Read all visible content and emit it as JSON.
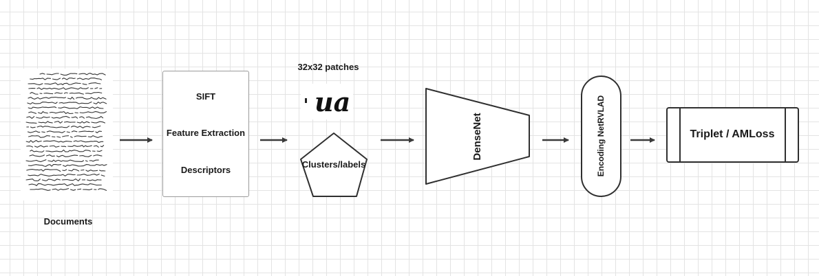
{
  "nodes": {
    "documents": {
      "label": "Documents"
    },
    "sift": {
      "lines": [
        "SIFT",
        "Feature Extraction",
        "Descriptors"
      ]
    },
    "patches": {
      "title": "32x32 patches",
      "sample_text": "ua"
    },
    "clusters": {
      "label": "Clusters/labels"
    },
    "densenet": {
      "label": "DenseNet"
    },
    "netrvlad": {
      "label": "Encoding NetRVLAD"
    },
    "loss": {
      "label": "Triplet / AMLoss"
    }
  },
  "colors": {
    "stroke": "#2f2f2f",
    "arrow": "#3a3a3a",
    "grid": "#e3e3e3"
  }
}
